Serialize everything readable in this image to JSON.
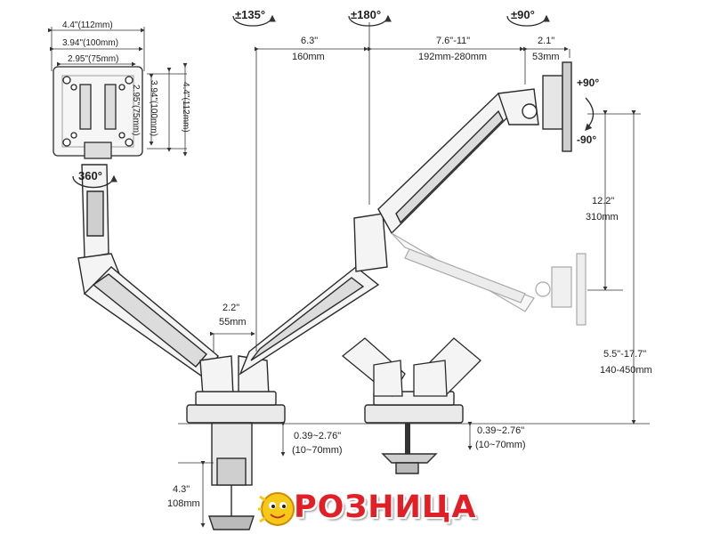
{
  "rotations": {
    "r135": "±135°",
    "r180": "±180°",
    "r90": "±90°",
    "r360": "360°",
    "tilt_up": "+90°",
    "tilt_down": "-90°"
  },
  "vesa": {
    "w_112": "4.4\"(112mm)",
    "w_100": "3.94\"(100mm)",
    "w_75": "2.95\"(75mm)",
    "h_75": "2.95\"(75mm)",
    "h_100": "3.94\"(100mm)",
    "h_112": "4.4\"(112mm)"
  },
  "dims": {
    "d1_in": "6.3\"",
    "d1_mm": "160mm",
    "d2_in": "7.6\"-11\"",
    "d2_mm": "192mm-280mm",
    "d3_in": "2.1\"",
    "d3_mm": "53mm",
    "d4_in": "12.2\"",
    "d4_mm": "310mm",
    "d5_in": "5.5\"-17.7\"",
    "d5_mm": "140-450mm",
    "d6_in": "2.2\"",
    "d6_mm": "55mm",
    "clamp_in": "0.39~2.76\"",
    "clamp_mm": "(10~70mm)",
    "grommet_in": "0.39~2.76\"",
    "grommet_mm": "(10~70mm)",
    "bolt_in": "4.3\"",
    "bolt_mm": "108mm"
  },
  "logo": {
    "text": "РОЗНИЦА"
  },
  "colors": {
    "line": "#2b2b2b",
    "arm_fill": "#f4f4f4",
    "ghost": "#a8a8a8",
    "logo_red": "#e21f26",
    "logo_yellow": "#f6c81a"
  }
}
